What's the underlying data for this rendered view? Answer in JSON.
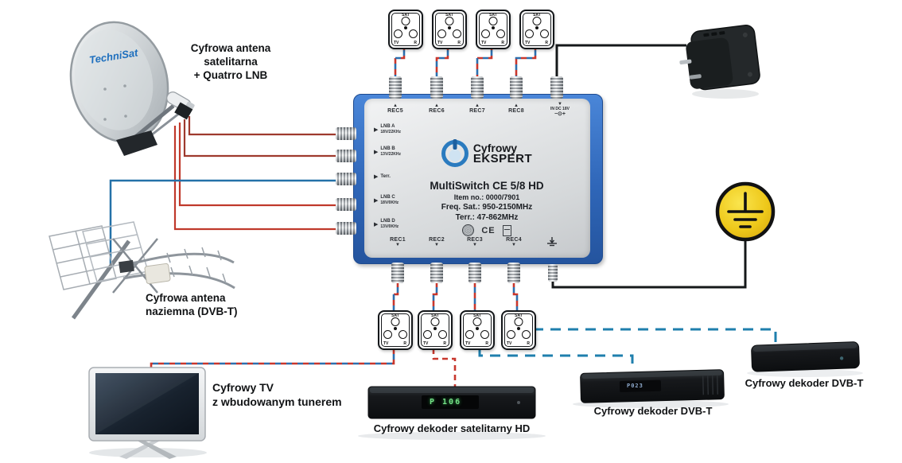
{
  "dish": {
    "brand": "TechniSat",
    "label1": "Cyfrowa antena satelitarna",
    "label2": "+ Quatrro LNB"
  },
  "antenna": {
    "label1": "Cyfrowa antena",
    "label2": "naziemna (DVB-T)"
  },
  "multiswitch": {
    "logo1": "Cyfrowy",
    "logo2": "EKSPERT",
    "model": "MultiSwitch CE 5/8 HD",
    "item": "Item no.: 0000/7901",
    "freq_sat": "Freq. Sat.: 950-2150MHz",
    "freq_terr": "Terr.: 47-862MHz",
    "ce": "CE",
    "top_ports": [
      "REC5",
      "REC6",
      "REC7",
      "REC8"
    ],
    "power_label": "IN DC 18V",
    "power_polarity": "−⊙+",
    "bottom_ports": [
      "REC1",
      "REC2",
      "REC3",
      "REC4"
    ],
    "inputs": [
      {
        "name": "LNB A",
        "spec": "18V/22KHz"
      },
      {
        "name": "LNB B",
        "spec": "13V/22KHz"
      },
      {
        "name": "Terr.",
        "spec": ""
      },
      {
        "name": "LNB C",
        "spec": "18V/0KHz"
      },
      {
        "name": "LNB D",
        "spec": "13V/0KHz"
      }
    ]
  },
  "outlet": {
    "sat": "SAT",
    "tv": "TV",
    "r": "R"
  },
  "devices": {
    "tv": {
      "label1": "Cyfrowy TV",
      "label2": "z wbudowanym tunerem"
    },
    "sat_decoder": {
      "label": "Cyfrowy dekoder satelitarny HD",
      "display": "P 106"
    },
    "dvbt_decoder_mid": {
      "label": "Cyfrowy dekoder DVB-T",
      "display": "P023"
    },
    "dvbt_decoder_right": {
      "label": "Cyfrowy dekoder DVB-T"
    }
  },
  "colors": {
    "sat_cable_red": "#c0392b",
    "terr_cable_blue": "#2471a8",
    "combo_dash_red": "#c8372d",
    "combo_dash_blue": "#2d6fae",
    "dvbt_dash_blue": "#1f7fad",
    "power_ground_black": "#15181a",
    "multiswitch_blue": "#3a74c4",
    "ground_symbol_yellow": "#f2cf2a"
  },
  "connections": [
    {
      "from": "Quatrro LNB",
      "to": "multiswitch LNB A",
      "style": "solid red"
    },
    {
      "from": "Quatrro LNB",
      "to": "multiswitch LNB B",
      "style": "solid red"
    },
    {
      "from": "Quatrro LNB",
      "to": "multiswitch LNB C",
      "style": "solid red"
    },
    {
      "from": "Quatrro LNB",
      "to": "multiswitch LNB D",
      "style": "solid red"
    },
    {
      "from": "DVB-T antenna",
      "to": "multiswitch Terr.",
      "style": "solid blue"
    },
    {
      "from": "REC5",
      "to": "top outlet 1",
      "style": "dashed red/blue"
    },
    {
      "from": "REC6",
      "to": "top outlet 2",
      "style": "dashed red/blue"
    },
    {
      "from": "REC7",
      "to": "top outlet 3",
      "style": "dashed red/blue"
    },
    {
      "from": "REC8",
      "to": "top outlet 4",
      "style": "dashed red/blue"
    },
    {
      "from": "power adapter",
      "to": "multiswitch IN DC 18V",
      "style": "solid black"
    },
    {
      "from": "multiswitch ground terminal",
      "to": "protective earth symbol",
      "style": "solid black"
    },
    {
      "from": "REC1",
      "to": "bottom outlet 1",
      "style": "dashed red/blue"
    },
    {
      "from": "REC2",
      "to": "bottom outlet 2",
      "style": "dashed red/blue"
    },
    {
      "from": "REC3",
      "to": "bottom outlet 3",
      "style": "dashed red/blue"
    },
    {
      "from": "REC4",
      "to": "bottom outlet 4",
      "style": "dashed red/blue"
    },
    {
      "from": "bottom outlet 1",
      "to": "Cyfrowy TV",
      "style": "dashed red/blue"
    },
    {
      "from": "bottom outlet 2",
      "to": "Cyfrowy dekoder satelitarny HD",
      "style": "dashed red"
    },
    {
      "from": "bottom outlet 3",
      "to": "Cyfrowy dekoder DVB-T (mid)",
      "style": "dashed blue"
    },
    {
      "from": "bottom outlet 4",
      "to": "Cyfrowy dekoder DVB-T (right)",
      "style": "dashed blue"
    }
  ]
}
